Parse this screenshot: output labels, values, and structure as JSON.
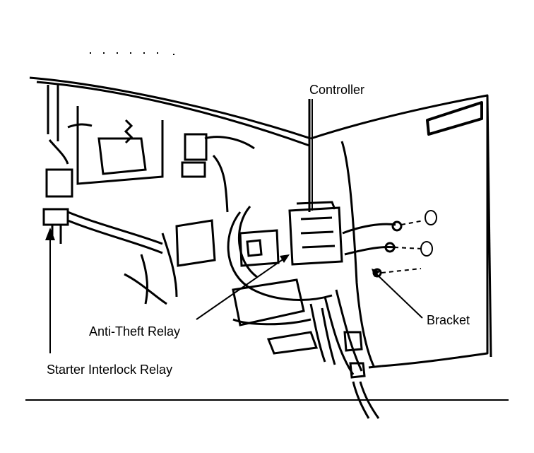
{
  "labels": {
    "controller": "Controller",
    "bracket": "Bracket",
    "anti_theft_relay": "Anti-Theft Relay",
    "starter_interlock_relay": "Starter Interlock Relay"
  },
  "colors": {
    "ink": "#000000",
    "paper": "#ffffff"
  }
}
